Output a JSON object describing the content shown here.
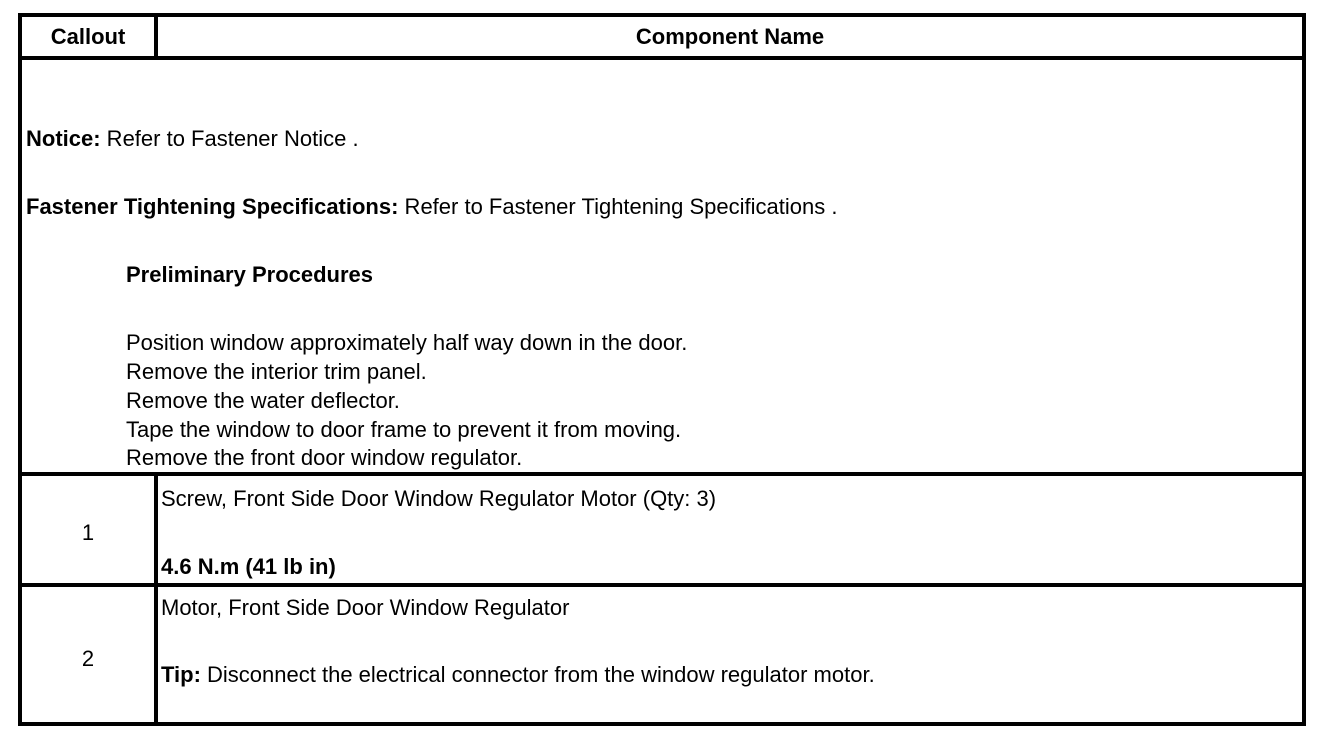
{
  "table": {
    "header": {
      "callout": "Callout",
      "component_name": "Component Name"
    },
    "intro": {
      "notice_label": "Notice:",
      "notice_text": " Refer to Fastener Notice .",
      "spec_label": "Fastener Tightening Specifications:",
      "spec_text": " Refer to Fastener Tightening Specifications .",
      "preliminary_title": "Preliminary Procedures",
      "steps": [
        "Position window approximately half way down in the door.",
        "Remove the interior trim panel.",
        "Remove the water deflector.",
        "Tape the window to door frame to prevent it from moving.",
        "Remove the front door window regulator."
      ]
    },
    "rows": [
      {
        "callout": "1",
        "name": "Screw, Front Side Door Window Regulator Motor (Qty: 3)",
        "torque": "4.6 N.m (41 lb in)"
      },
      {
        "callout": "2",
        "name": "Motor, Front Side Door Window Regulator",
        "tip_label": "Tip:",
        "tip_text": " Disconnect the electrical connector from the window regulator motor."
      }
    ]
  }
}
